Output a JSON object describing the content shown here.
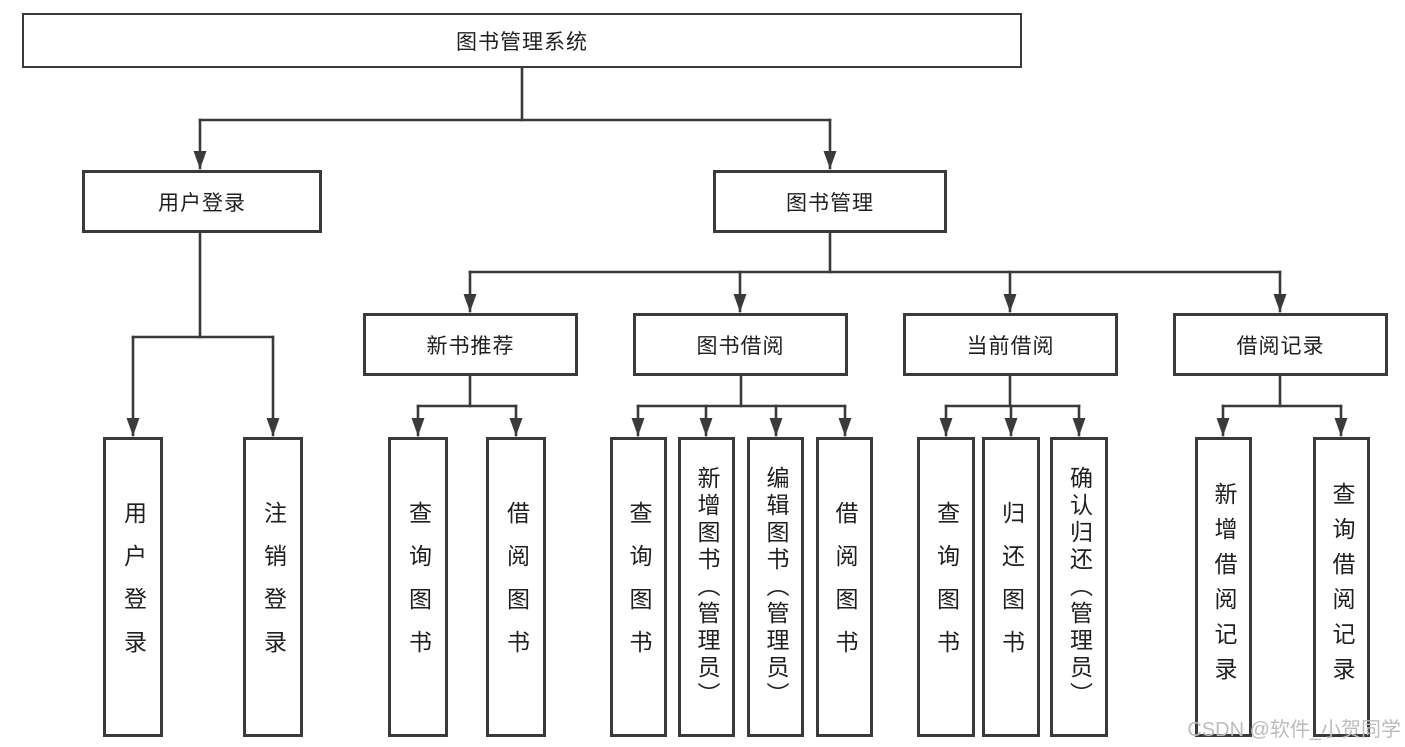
{
  "diagram": {
    "title": "图书管理系统",
    "tree": {
      "root": {
        "label": "图书管理系统"
      },
      "branches": [
        {
          "label": "用户登录",
          "children": [
            {
              "label": "用户登录"
            },
            {
              "label": "注销登录"
            }
          ]
        },
        {
          "label": "图书管理",
          "children": [
            {
              "label": "新书推荐",
              "children": [
                {
                  "label": "查询图书"
                },
                {
                  "label": "借阅图书"
                }
              ]
            },
            {
              "label": "图书借阅",
              "children": [
                {
                  "label": "查询图书"
                },
                {
                  "label": "新增图书（管理员）"
                },
                {
                  "label": "编辑图书（管理员）"
                },
                {
                  "label": "借阅图书"
                }
              ]
            },
            {
              "label": "当前借阅",
              "children": [
                {
                  "label": "查询图书"
                },
                {
                  "label": "归还图书"
                },
                {
                  "label": "确认归还（管理员）"
                }
              ]
            },
            {
              "label": "借阅记录",
              "children": [
                {
                  "label": "新增借阅记录"
                },
                {
                  "label": "查询借阅记录"
                }
              ]
            }
          ]
        }
      ]
    }
  },
  "watermark": {
    "text": "CSDN @软件_小贺同学"
  },
  "colors": {
    "line": "#3a3a3a",
    "border": "#3a3a3a",
    "text": "#1f1f1f",
    "watermark": "#bcbcbc",
    "background": "#ffffff"
  }
}
